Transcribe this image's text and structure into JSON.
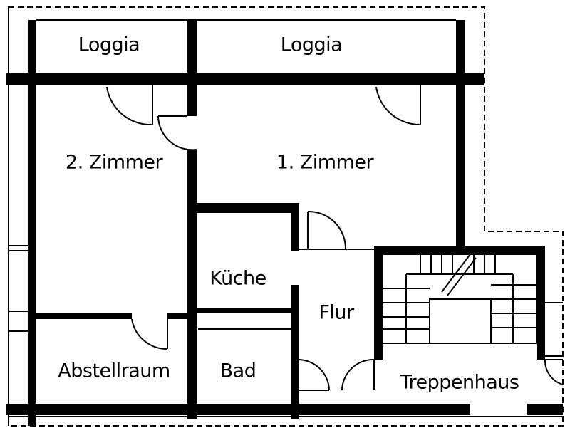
{
  "rooms": [
    {
      "id": "loggia_left",
      "label": "Loggia"
    },
    {
      "id": "loggia_right",
      "label": "Loggia"
    },
    {
      "id": "zimmer_2",
      "label": "2. Zimmer"
    },
    {
      "id": "zimmer_1",
      "label": "1. Zimmer"
    },
    {
      "id": "kueche",
      "label": "Küche"
    },
    {
      "id": "flur",
      "label": "Flur"
    },
    {
      "id": "abstellraum",
      "label": "Abstellraum"
    },
    {
      "id": "bad",
      "label": "Bad"
    },
    {
      "id": "treppenhaus",
      "label": "Treppenhaus"
    }
  ],
  "colors": {
    "line": "#000000",
    "background": "#ffffff"
  }
}
